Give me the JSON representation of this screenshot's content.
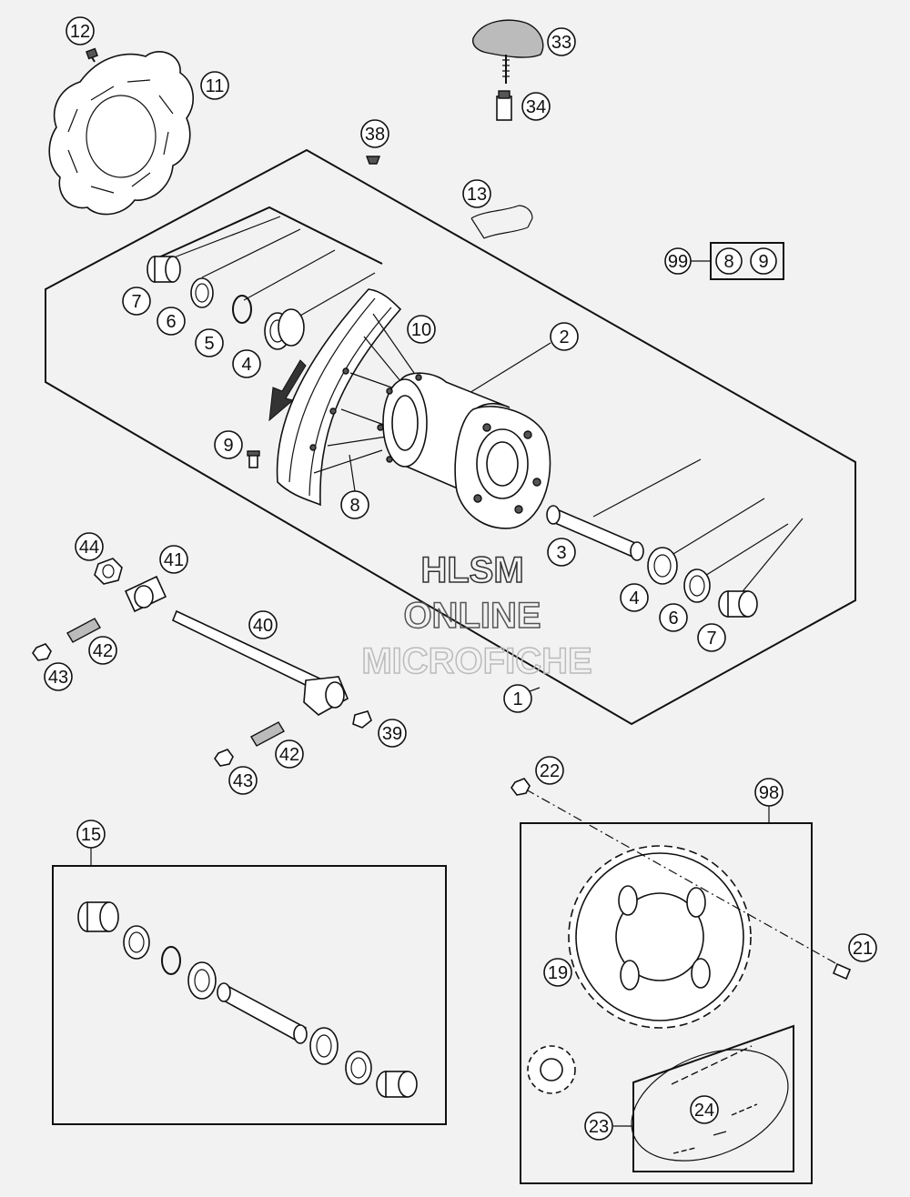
{
  "watermark": {
    "line1": "HLSM",
    "line2": "ONLINE",
    "line3": "MICROFICHE"
  },
  "callouts": {
    "c1": "1",
    "c2": "2",
    "c3": "3",
    "c4a": "4",
    "c4b": "4",
    "c5": "5",
    "c6a": "6",
    "c6b": "6",
    "c7a": "7",
    "c7b": "7",
    "c8": "8",
    "c9": "9",
    "c10": "10",
    "c11": "11",
    "c12": "12",
    "c13": "13",
    "c15": "15",
    "c19": "19",
    "c21": "21",
    "c22": "22",
    "c23": "23",
    "c24": "24",
    "c33": "33",
    "c34": "34",
    "c38": "38",
    "c39": "39",
    "c40": "40",
    "c41": "41",
    "c42a": "42",
    "c42b": "42",
    "c43a": "43",
    "c43b": "43",
    "c44": "44",
    "c98": "98",
    "c99": "99"
  },
  "kit_99": {
    "item_a": "8",
    "item_b": "9"
  },
  "colors": {
    "line": "#111111",
    "background": "#f2f2f2",
    "fill": "#ffffff",
    "shade": "#9a9a9a"
  }
}
